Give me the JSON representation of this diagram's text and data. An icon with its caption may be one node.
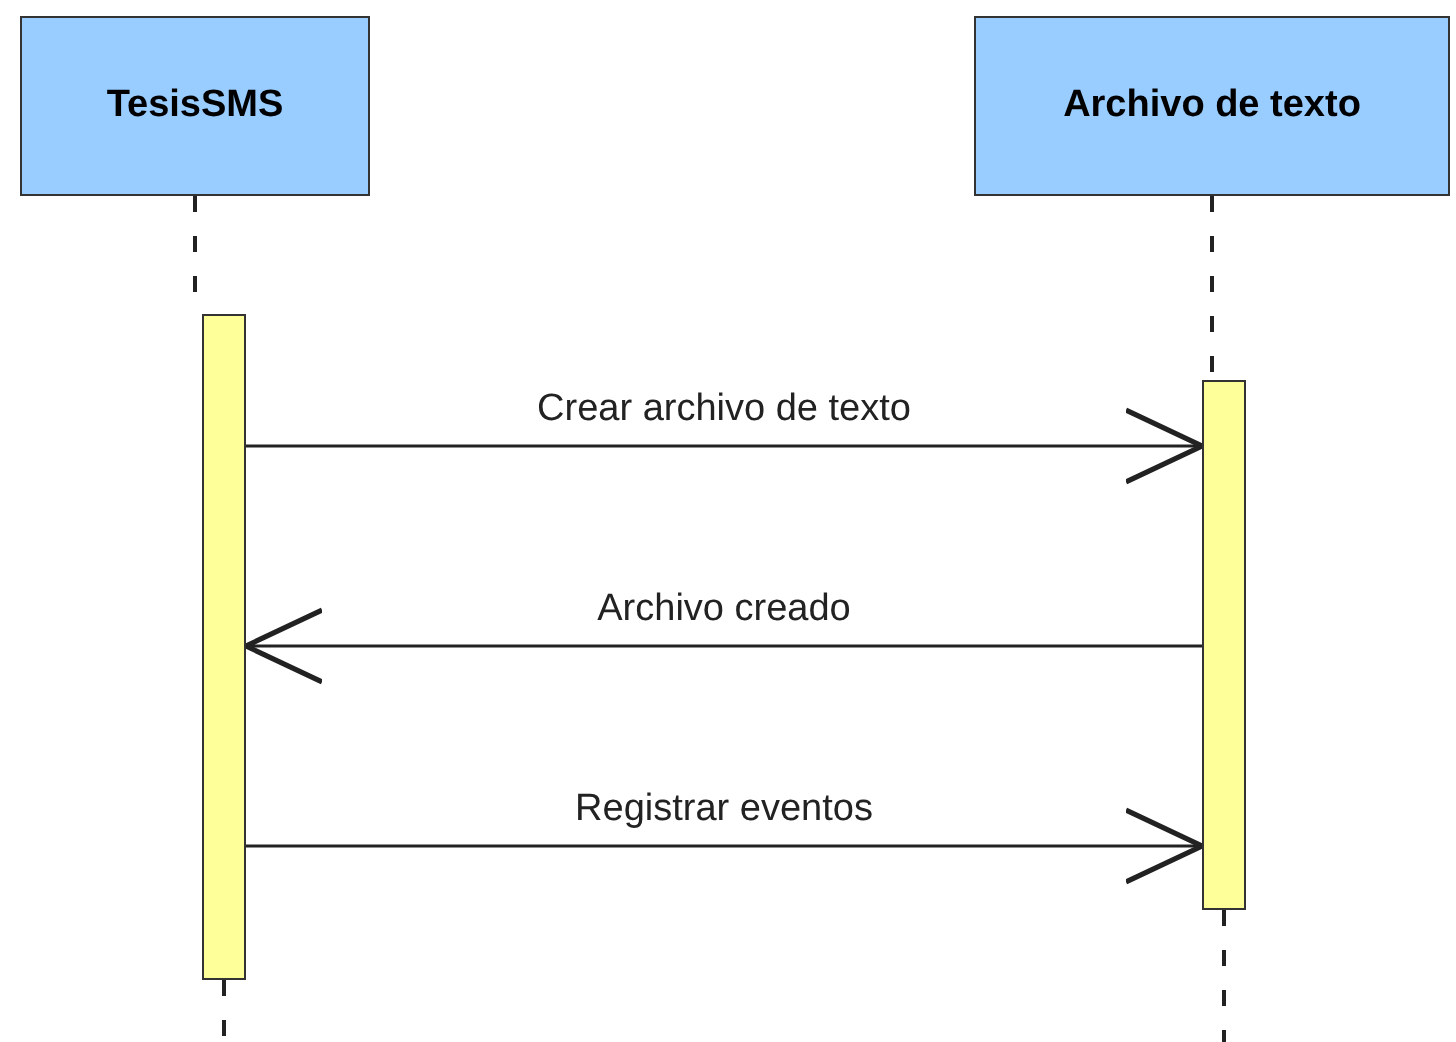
{
  "diagram": {
    "nodes": [
      {
        "text": [
          "TesisSMS"
        ]
      },
      {
        "text": [
          "Archivo de texto"
        ]
      },
      {
        "text": [],
        "shape": "bar"
      },
      {
        "text": [],
        "shape": "bar"
      }
    ],
    "edges": [
      {
        "from": 0,
        "to": 2,
        "arrow": "none",
        "style": "dashed"
      },
      {
        "from": 1,
        "to": 3,
        "arrow": "none",
        "style": "dashed"
      },
      {
        "from": 2,
        "to": 3,
        "arrow": "to",
        "label": "Crear archivo de texto"
      },
      {
        "from": 3,
        "to": 2,
        "arrow": "to",
        "label": "Archivo creado"
      },
      {
        "from": 2,
        "to": 3,
        "arrow": "to",
        "label": "Registrar eventos"
      }
    ]
  }
}
